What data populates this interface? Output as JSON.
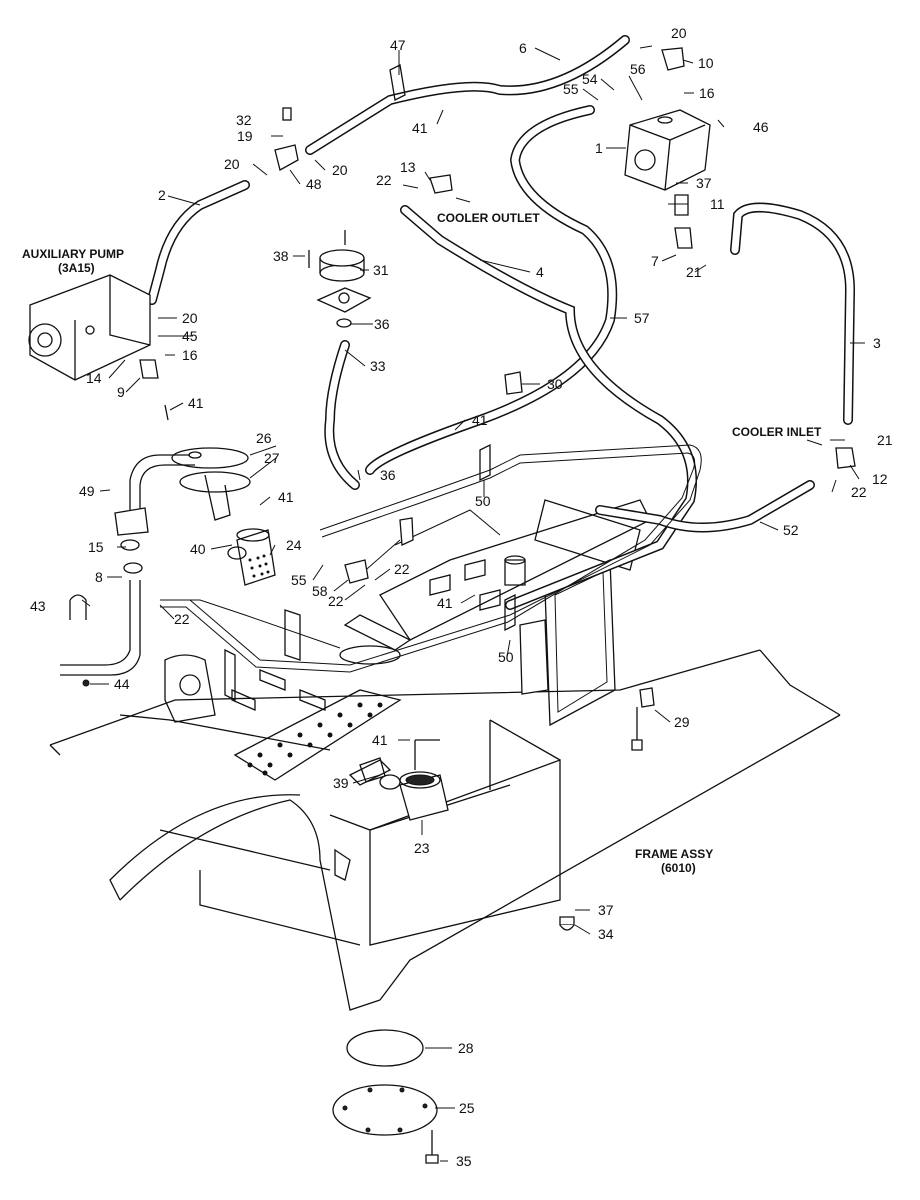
{
  "labels": {
    "auxiliary_pump": "AUXILIARY PUMP",
    "auxiliary_pump_code": "(3A15)",
    "cooler_outlet": "COOLER OUTLET",
    "cooler_inlet": "COOLER INLET",
    "frame_assy": "FRAME ASSY",
    "frame_assy_code": "(6010)"
  },
  "callouts": {
    "c1": "1",
    "c2": "2",
    "c3": "3",
    "c4": "4",
    "c6": "6",
    "c7": "7",
    "c8": "8",
    "c9": "9",
    "c10": "10",
    "c11": "11",
    "c12": "12",
    "c13": "13",
    "c14": "14",
    "c15": "15",
    "c16a": "16",
    "c16b": "16",
    "c19": "19",
    "c20a": "20",
    "c20b": "20",
    "c20c": "20",
    "c20d": "20",
    "c21a": "21",
    "c21b": "21",
    "c22a": "22",
    "c22b": "22",
    "c22c": "22",
    "c22d": "22",
    "c22e": "22",
    "c23": "23",
    "c24": "24",
    "c25": "25",
    "c26": "26",
    "c27": "27",
    "c28": "28",
    "c29": "29",
    "c30": "30",
    "c31": "31",
    "c32": "32",
    "c33": "33",
    "c34": "34",
    "c35": "35",
    "c36a": "36",
    "c36b": "36",
    "c37a": "37",
    "c37b": "37",
    "c38": "38",
    "c39": "39",
    "c40": "40",
    "c41a": "41",
    "c41b": "41",
    "c41c": "41",
    "c41d": "41",
    "c41e": "41",
    "c41f": "41",
    "c43": "43",
    "c44": "44",
    "c45": "45",
    "c46": "46",
    "c47": "47",
    "c48": "48",
    "c49": "49",
    "c50a": "50",
    "c50b": "50",
    "c52": "52",
    "c54": "54",
    "c55a": "55",
    "c55b": "55",
    "c56": "56",
    "c57": "57",
    "c58": "58"
  }
}
